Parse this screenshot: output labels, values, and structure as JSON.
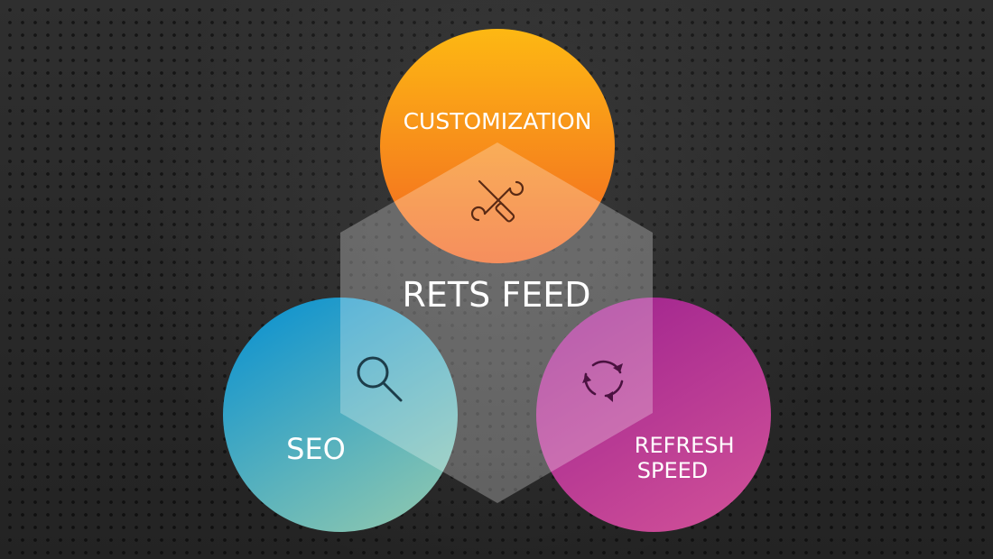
{
  "center": {
    "label": "RETS FEED"
  },
  "nodes": {
    "customization": {
      "label": "CUSTOMIZATION",
      "icon": "wrench-screwdriver-icon",
      "color_top": "#fbb117",
      "color_bottom": "#f15a22"
    },
    "seo": {
      "label": "SEO",
      "icon": "magnifying-glass-icon",
      "color_top": "#1c98d2",
      "color_bottom": "#7cc4b8"
    },
    "refresh": {
      "label_line1": "REFRESH",
      "label_line2": "SPEED",
      "icon": "refresh-cycle-icon",
      "color_top": "#a8278e",
      "color_bottom": "#c9489c"
    }
  }
}
